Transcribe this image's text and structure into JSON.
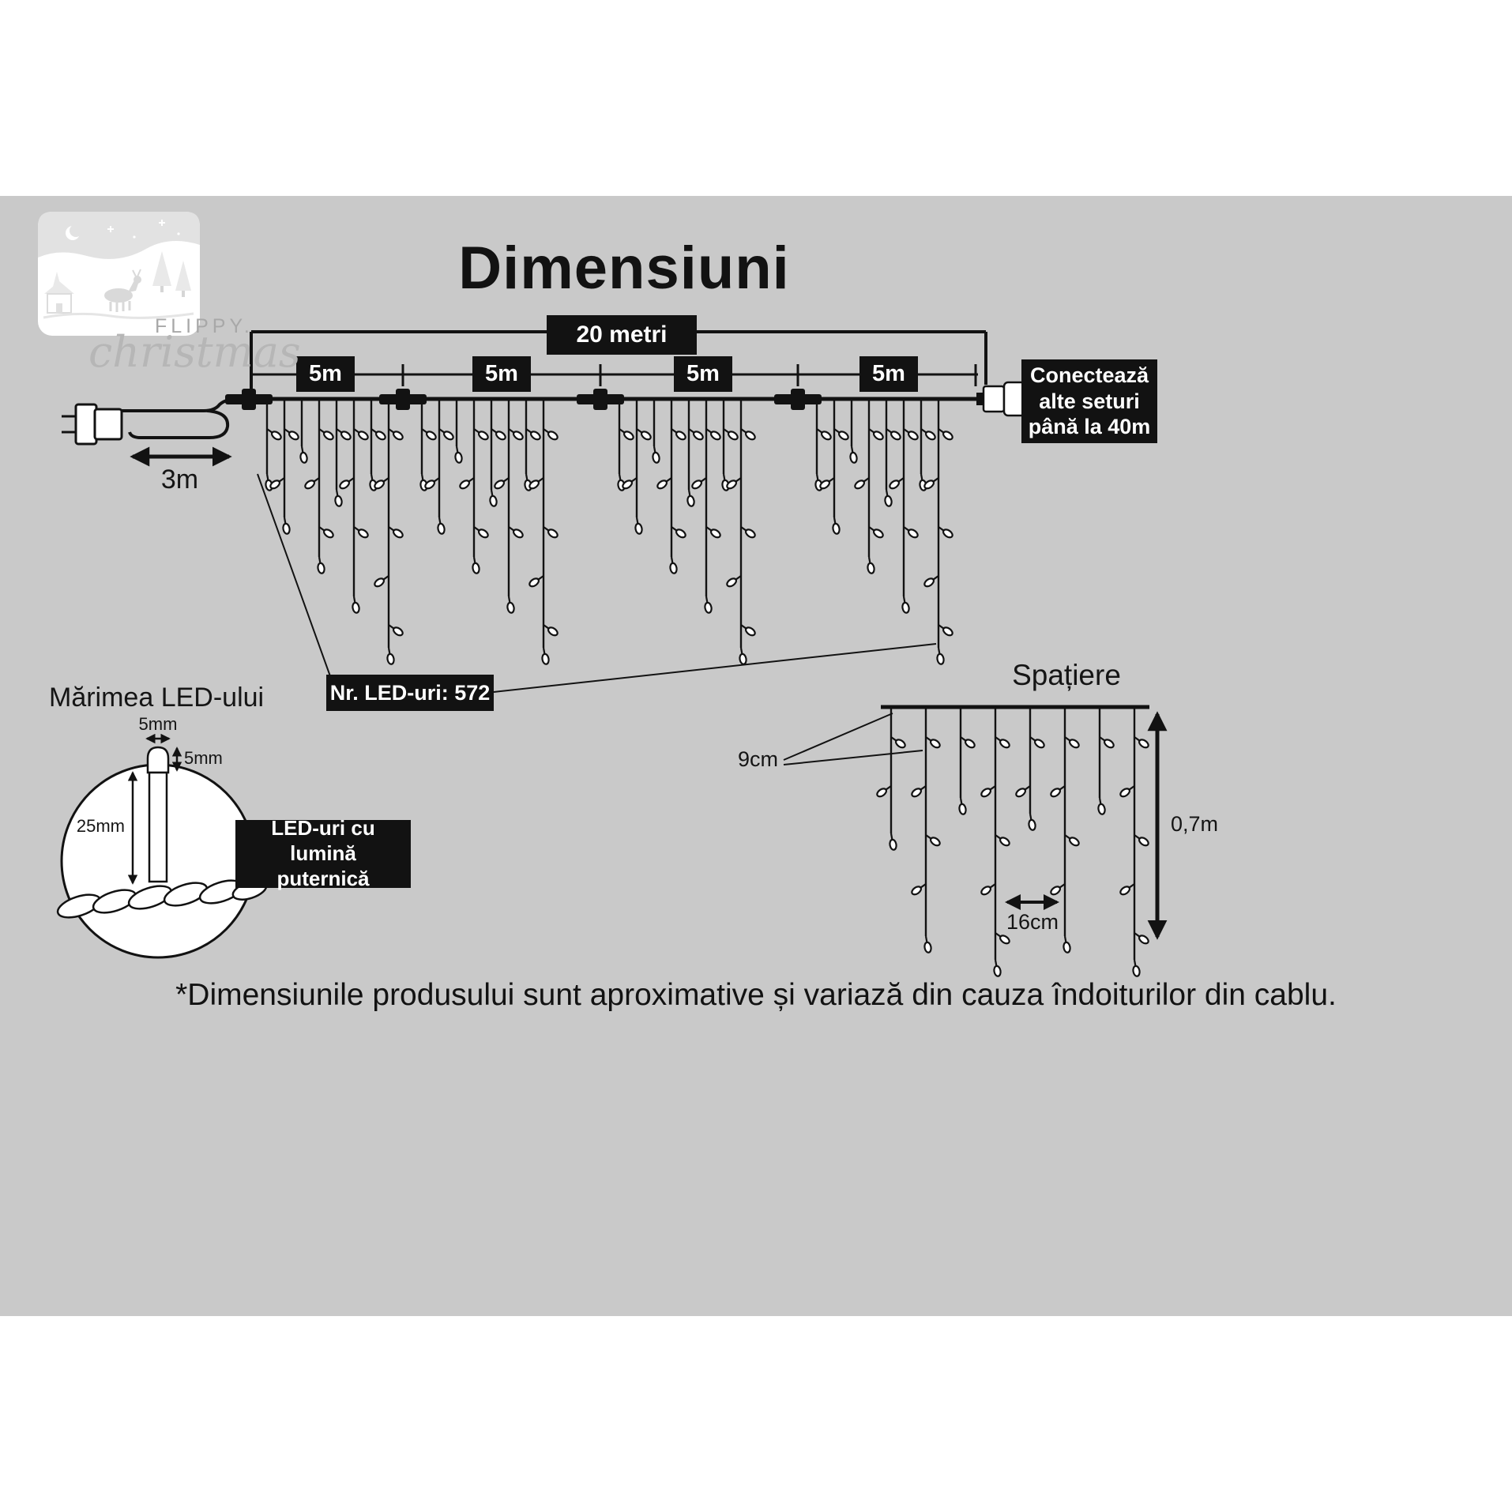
{
  "page": {
    "title": "Dimensiuni",
    "footnote": "*Dimensiunile produsului sunt aproximative și variază din cauza îndoiturilor din cablu."
  },
  "logo": {
    "brand_top": "FLIPPY.",
    "brand_script": "christmas"
  },
  "wiring": {
    "total_length": "20 metri",
    "segments": [
      "5m",
      "5m",
      "5m",
      "5m"
    ],
    "lead_length": "3m",
    "connect_line1": "Conectează",
    "connect_line2": "alte seturi",
    "connect_line3": "până la 40m",
    "led_count": "Nr. LED-uri: 572"
  },
  "led_size": {
    "heading": "Mărimea LED-ului",
    "cap_width": "5mm",
    "cap_height": "5mm",
    "body_height": "25mm",
    "note_line1": "LED-uri cu lumină",
    "note_line2": "puternică"
  },
  "spacing": {
    "heading": "Spațiere",
    "led_gap": "9cm",
    "drop_gap": "16cm",
    "drop_height": "0,7m"
  },
  "colors": {
    "background_band": "#c9c9c9",
    "ink": "#121212",
    "box_bg": "#121212",
    "box_text": "#ffffff",
    "logo_gray": "#b5b5b5"
  }
}
